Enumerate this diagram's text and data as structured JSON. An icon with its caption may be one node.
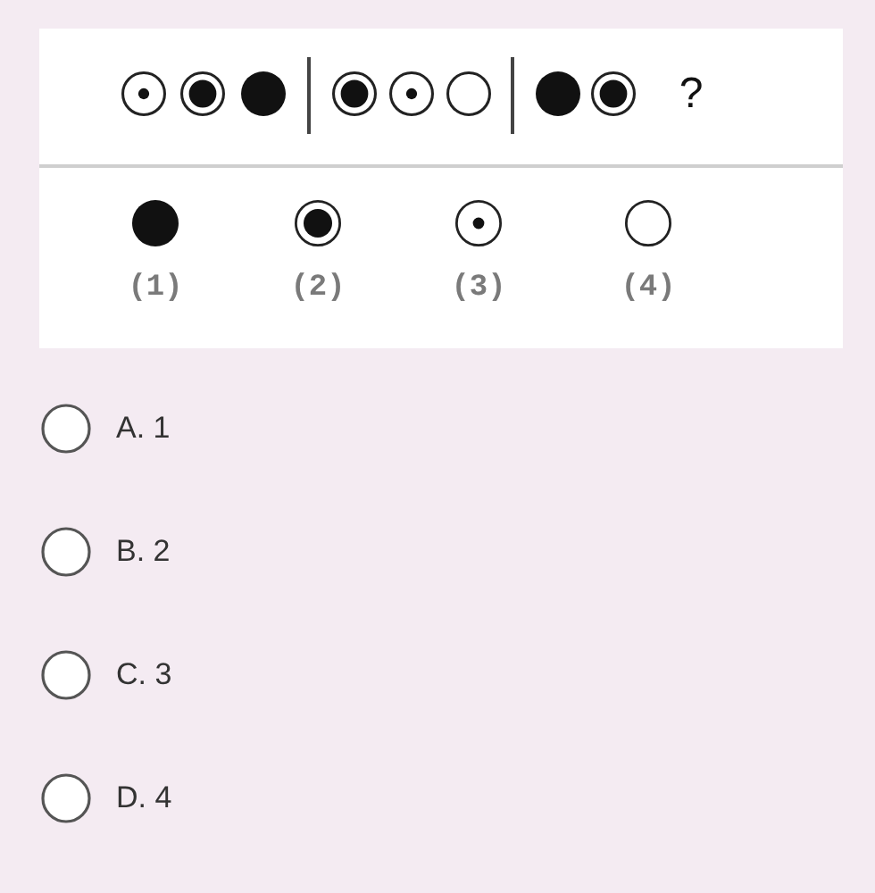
{
  "diagram": {
    "labels": [
      "?",
      "(1)",
      "(2)",
      "(3)",
      "(4)",
      "A. 1",
      "B. 2",
      "C. 3",
      "D. 4"
    ]
  }
}
